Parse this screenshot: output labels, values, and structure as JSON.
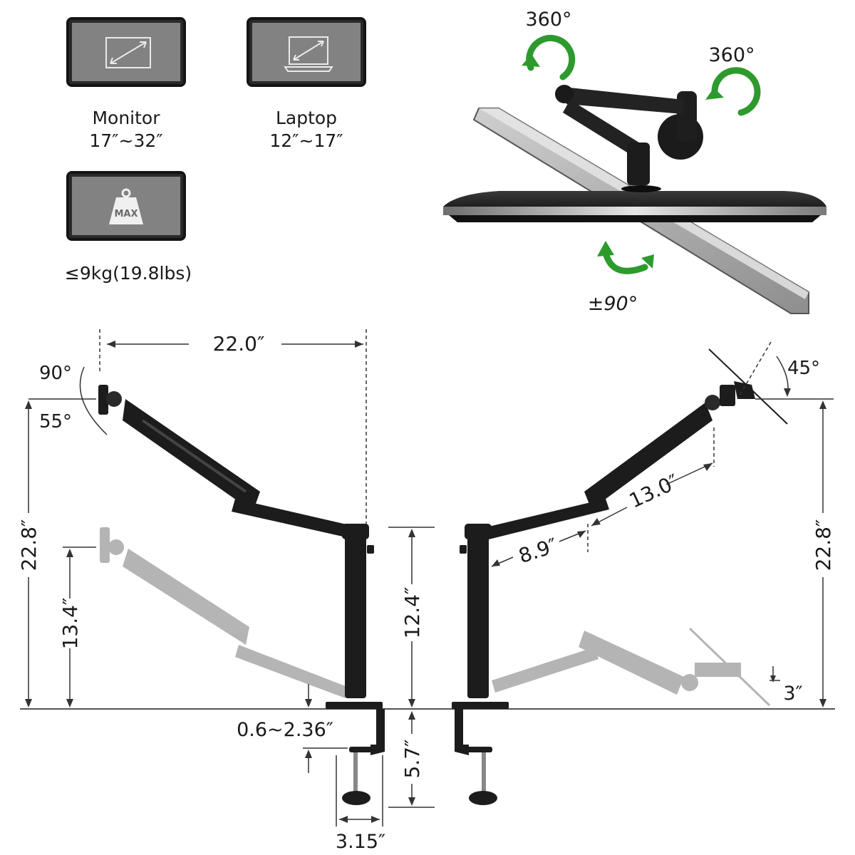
{
  "specs": {
    "monitor": {
      "label": "Monitor",
      "range": "17″~32″",
      "icon": "monitor-diagonal-icon"
    },
    "laptop": {
      "label": "Laptop",
      "range": "12″~17″",
      "icon": "laptop-diagonal-icon"
    },
    "weight": {
      "badge": "MAX",
      "capacity": "≤9kg(19.8lbs)",
      "icon": "weight-max-icon"
    }
  },
  "rotation": {
    "swivel_top": "360°",
    "swivel_right": "360°",
    "rotate": "±90°",
    "arrow_color": "#2e9a2e"
  },
  "left_view": {
    "arm_reach": "22.0″",
    "tilt_up": "90°",
    "tilt_down": "55°",
    "max_height": "22.8″",
    "min_height": "13.4″",
    "pole_height": "12.4″",
    "clamp_range": "0.6~2.36″",
    "clamp_depth": "5.7″",
    "base_width": "3.15″"
  },
  "right_view": {
    "laptop_tilt": "45°",
    "upper_arm": "13.0″",
    "lower_arm": "8.9″",
    "max_height": "22.8″",
    "min_height": "3″"
  },
  "colors": {
    "arm": "#1c1c1c",
    "ghost_arm": "#9a9a9a",
    "dim_line": "#333333",
    "card_fill": "#828282"
  }
}
